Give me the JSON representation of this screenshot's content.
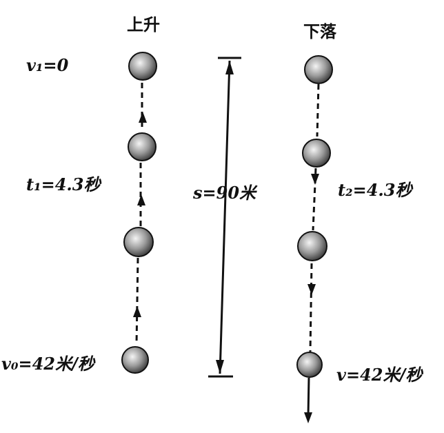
{
  "headings": {
    "rise": "上升",
    "fall": "下落"
  },
  "rise": {
    "top_velocity": "v₁=0",
    "time": "t₁=4.3秒",
    "start_velocity": "v₀=42米/秒"
  },
  "height": {
    "label": "s=90米"
  },
  "fall": {
    "time": "t₂=4.3秒",
    "end_velocity": "v=42米/秒"
  }
}
